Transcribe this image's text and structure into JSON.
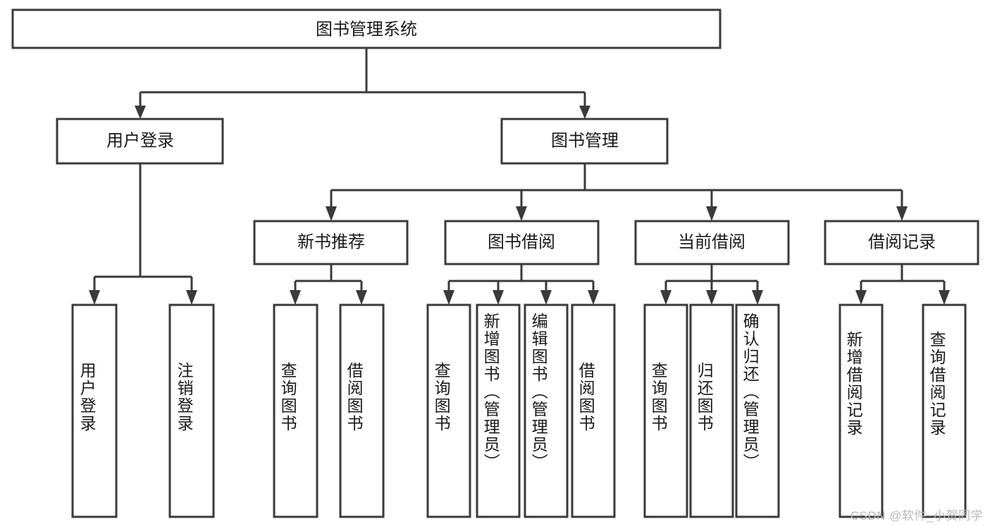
{
  "diagram": {
    "title": "图书管理系统",
    "watermark": "CSDN @软件_小贺同学",
    "orientation": "top-down-tree",
    "levels": 4,
    "colors": {
      "stroke": "#3a3a3a",
      "fill": "#ffffff",
      "text": "#1a1a1a",
      "watermark": "#b9b9b9",
      "background": "#ffffff"
    },
    "root": {
      "label": "图书管理系统"
    },
    "level2": [
      {
        "id": "user-login",
        "label": "用户登录"
      },
      {
        "id": "book-management",
        "label": "图书管理"
      }
    ],
    "level3": [
      {
        "id": "new-book-recommend",
        "label": "新书推荐",
        "parent": "book-management"
      },
      {
        "id": "book-borrow",
        "label": "图书借阅",
        "parent": "book-management"
      },
      {
        "id": "current-borrow",
        "label": "当前借阅",
        "parent": "book-management"
      },
      {
        "id": "borrow-record",
        "label": "借阅记录",
        "parent": "book-management"
      }
    ],
    "leaves": [
      {
        "id": "leaf-user-login",
        "label": "用户登录",
        "parent": "user-login"
      },
      {
        "id": "leaf-user-logout",
        "label": "注销登录",
        "parent": "user-login"
      },
      {
        "id": "leaf-query-book-1",
        "label": "查询图书",
        "parent": "new-book-recommend"
      },
      {
        "id": "leaf-borrow-book-1",
        "label": "借阅图书",
        "parent": "new-book-recommend"
      },
      {
        "id": "leaf-query-book-2",
        "label": "查询图书",
        "parent": "book-borrow"
      },
      {
        "id": "leaf-add-book",
        "label": "新增图书（管理员）",
        "parent": "book-borrow"
      },
      {
        "id": "leaf-edit-book",
        "label": "编辑图书（管理员）",
        "parent": "book-borrow"
      },
      {
        "id": "leaf-borrow-book-2",
        "label": "借阅图书",
        "parent": "book-borrow"
      },
      {
        "id": "leaf-query-book-3",
        "label": "查询图书",
        "parent": "current-borrow"
      },
      {
        "id": "leaf-return-book",
        "label": "归还图书",
        "parent": "current-borrow"
      },
      {
        "id": "leaf-confirm-return",
        "label": "确认归还（管理员）",
        "parent": "current-borrow"
      },
      {
        "id": "leaf-add-record",
        "label": "新增借阅记录",
        "parent": "borrow-record"
      },
      {
        "id": "leaf-query-record",
        "label": "查询借阅记录",
        "parent": "borrow-record"
      }
    ]
  }
}
